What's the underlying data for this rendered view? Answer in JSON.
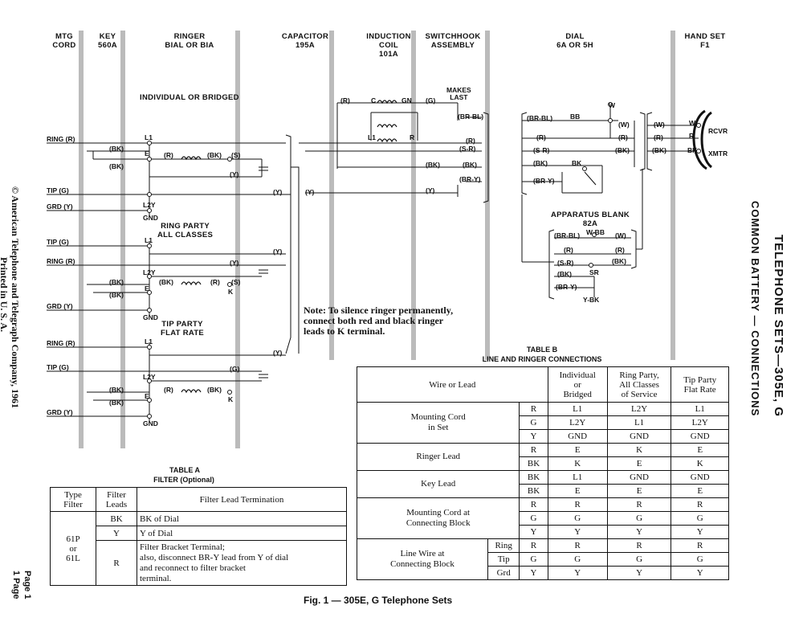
{
  "headers": [
    {
      "id": "mtg",
      "text": "MTG\nCORD"
    },
    {
      "id": "key",
      "text": "KEY\n560A"
    },
    {
      "id": "ringer",
      "text": "RINGER\nBIAL OR BIA"
    },
    {
      "id": "cap",
      "text": "CAPACITOR\n195A"
    },
    {
      "id": "ind",
      "text": "INDUCTION\nCOIL\n101A"
    },
    {
      "id": "sw",
      "text": "SWITCHHOOK\nASSEMBLY"
    },
    {
      "id": "dial",
      "text": "DIAL\n6A OR 5H"
    },
    {
      "id": "hs",
      "text": "HAND SET\nF1"
    }
  ],
  "sections": {
    "individual": "INDIVIDUAL OR BRIDGED",
    "ring_party": "RING PARTY\nALL CLASSES",
    "tip_party": "TIP PARTY\nFLAT RATE",
    "apparatus": "APPARATUS BLANK\n82A"
  },
  "wires": {
    "ring_r": "RING (R)",
    "tip_g": "TIP (G)",
    "grd_y": "GRD (Y)",
    "bk": "(BK)",
    "r": "(R)",
    "y": "(Y)",
    "s": "(S)",
    "w": "(W)",
    "g": "(G)",
    "br_bl": "(BR-BL)",
    "s_r": "(S-R)",
    "br_y": "(BR-Y)",
    "l1": "L1",
    "l2y": "L2Y",
    "e": "E",
    "k": "K",
    "gnd": "GND",
    "c": "C",
    "gn": "GN",
    "makes_last": "MAKES\nLAST",
    "bb": "BB",
    "w_term": "W",
    "rcvr": "RCVR",
    "xmtr": "XMTR",
    "w_bb": "W-BB",
    "sr": "SR",
    "y_bk": "Y-BK",
    "bk_t": "BK",
    "r_t": "R"
  },
  "note": "Note: To silence ringer permanently,\nconnect both red and black ringer\nleads to K terminal.",
  "table_a": {
    "title": "TABLE A",
    "subtitle": "FILTER (Optional)",
    "headers": [
      "Type\nFilter",
      "Filter\nLeads",
      "Filter Lead Termination"
    ],
    "type_filter": "61P\nor\n61L",
    "rows": [
      {
        "lead": "BK",
        "term": "BK of Dial"
      },
      {
        "lead": "Y",
        "term": "Y of Dial"
      },
      {
        "lead": "R",
        "term": "Filter Bracket Terminal;\nalso, disconnect BR-Y lead from Y of dial\nand reconnect to filter bracket\nterminal."
      }
    ]
  },
  "table_b": {
    "title": "TABLE B",
    "subtitle": "LINE AND RINGER CONNECTIONS",
    "headers": [
      "Wire or Lead",
      "Individual\nor\nBridged",
      "Ring Party,\nAll Classes\nof Service",
      "Tip Party\nFlat Rate"
    ],
    "groups": [
      {
        "name": "Mounting Cord\nin Set",
        "rows": [
          [
            "",
            "R",
            "L1",
            "L2Y",
            "L1"
          ],
          [
            "",
            "G",
            "L2Y",
            "L1",
            "L2Y"
          ],
          [
            "",
            "Y",
            "GND",
            "GND",
            "GND"
          ]
        ]
      },
      {
        "name": "Ringer Lead",
        "rows": [
          [
            "",
            "R",
            "E",
            "K",
            "E"
          ],
          [
            "",
            "BK",
            "K",
            "E",
            "K"
          ]
        ]
      },
      {
        "name": "Key Lead",
        "rows": [
          [
            "",
            "BK",
            "L1",
            "GND",
            "GND"
          ],
          [
            "",
            "BK",
            "E",
            "E",
            "E"
          ]
        ]
      },
      {
        "name": "Mounting Cord at\nConnecting Block",
        "rows": [
          [
            "",
            "R",
            "R",
            "R",
            "R"
          ],
          [
            "",
            "G",
            "G",
            "G",
            "G"
          ],
          [
            "",
            "Y",
            "Y",
            "Y",
            "Y"
          ]
        ]
      },
      {
        "name": "Line Wire at\nConnecting Block",
        "rows": [
          [
            "Ring",
            "R",
            "R",
            "R",
            "R"
          ],
          [
            "Tip",
            "G",
            "G",
            "G",
            "G"
          ],
          [
            "Grd",
            "Y",
            "Y",
            "Y",
            "Y"
          ]
        ]
      }
    ]
  },
  "side_title_1": "TELEPHONE SETS—305E, G",
  "side_title_2": "COMMON BATTERY — CONNECTIONS",
  "copyright_1": "© American Telephone and Telegraph Company, 1961",
  "copyright_2": "Printed in U. S. A.",
  "page_1": "Page 1",
  "page_2": "1 Page",
  "caption": "Fig. 1 — 305E, G Telephone Sets"
}
